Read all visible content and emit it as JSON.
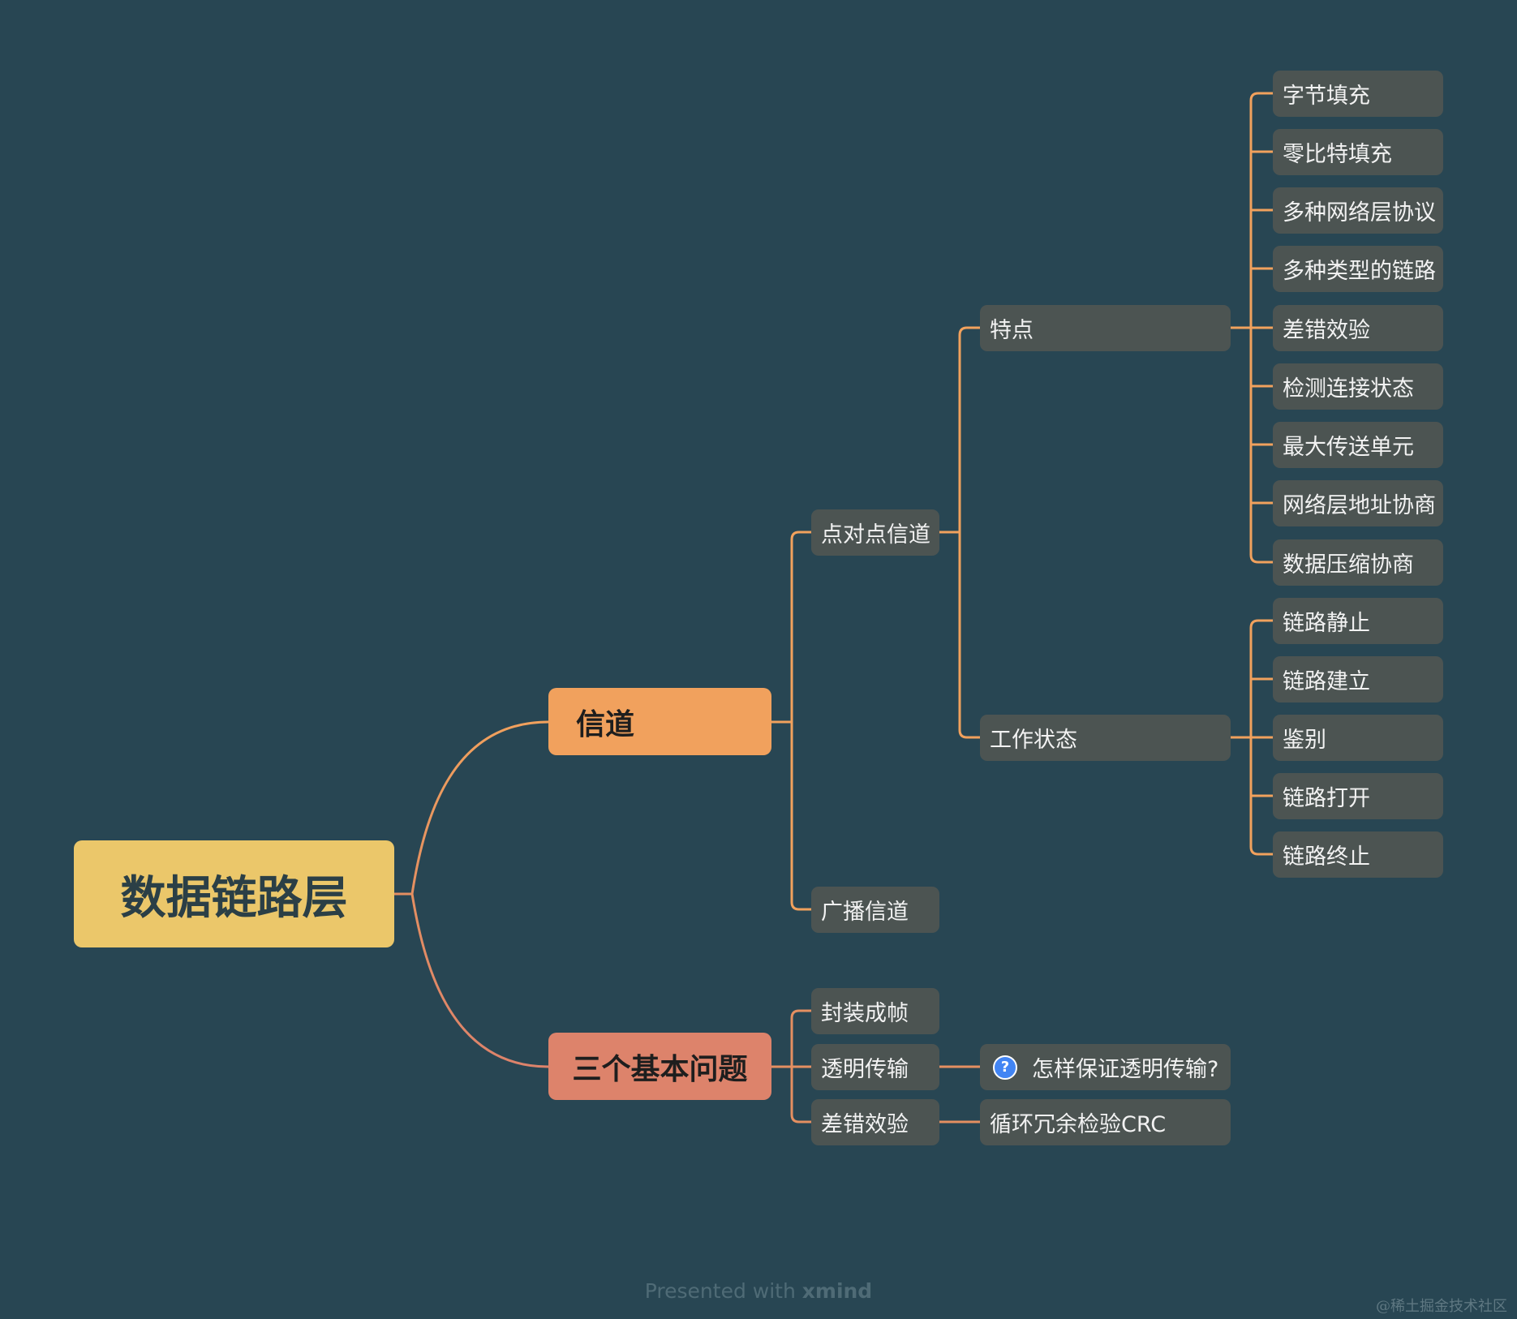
{
  "colors": {
    "background": "#284653",
    "root": "#ebc76a",
    "channel": "#f1a15d",
    "problems": "#dd836b",
    "sub_node": "#4c5452",
    "connector": "#f1a15d",
    "question_icon": "#4285f4"
  },
  "root": {
    "label": "数据链路层"
  },
  "channel": {
    "label": "信道",
    "point_to_point": {
      "label": "点对点信道",
      "features": {
        "label": "特点",
        "items": [
          "字节填充",
          "零比特填充",
          "多种网络层协议",
          "多种类型的链路",
          "差错效验",
          "检测连接状态",
          "最大传送单元",
          "网络层地址协商",
          "数据压缩协商"
        ]
      },
      "work_states": {
        "label": "工作状态",
        "items": [
          "链路静止",
          "链路建立",
          "鉴别",
          "链路打开",
          "链路终止"
        ]
      }
    },
    "broadcast": {
      "label": "广播信道"
    }
  },
  "problems": {
    "label": "三个基本问题",
    "framing": {
      "label": "封装成帧"
    },
    "transparent": {
      "label": "透明传输",
      "question": {
        "icon": "question-icon",
        "label": "怎样保证透明传输?"
      }
    },
    "error_check": {
      "label": "差错效验",
      "method": {
        "label": "循环冗余检验CRC"
      }
    }
  },
  "footer": {
    "prefix": "Presented with ",
    "brand": "xmind"
  },
  "watermark": "@稀土掘金技术社区"
}
